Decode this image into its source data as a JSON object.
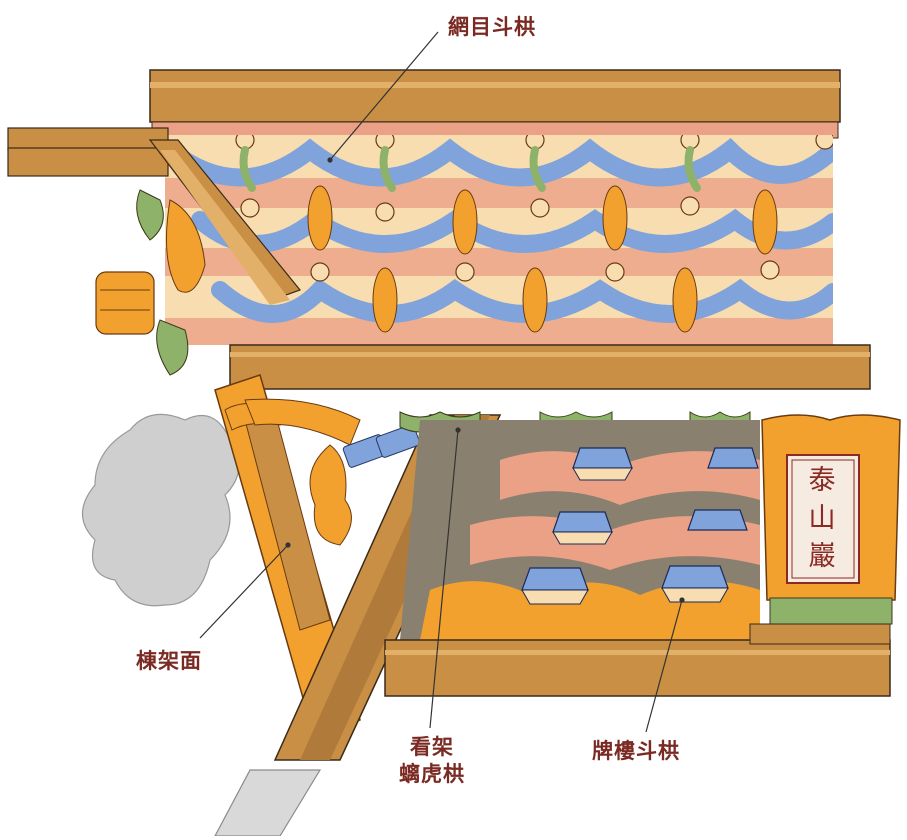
{
  "labels": {
    "net_bracket": "網目斗栱",
    "ridge_frame": "棟架面",
    "dragon_bracket_line1": "看架",
    "dragon_bracket_line2": "螭虎栱",
    "archway_bracket": "牌樓斗栱"
  },
  "plaque": {
    "chars": [
      "泰",
      "山",
      "巖"
    ]
  },
  "colors": {
    "label_text": "#7a2a22",
    "wood_brown": "#c98f45",
    "carving_orange": "#f2a12e",
    "bracket_blue": "#7fa3da",
    "salmon": "#eaa186",
    "cream": "#f7ddb0",
    "leaf_green": "#8fb26a",
    "smoke_gray": "#cfcfcf",
    "plaque_red": "#8a2a24"
  }
}
